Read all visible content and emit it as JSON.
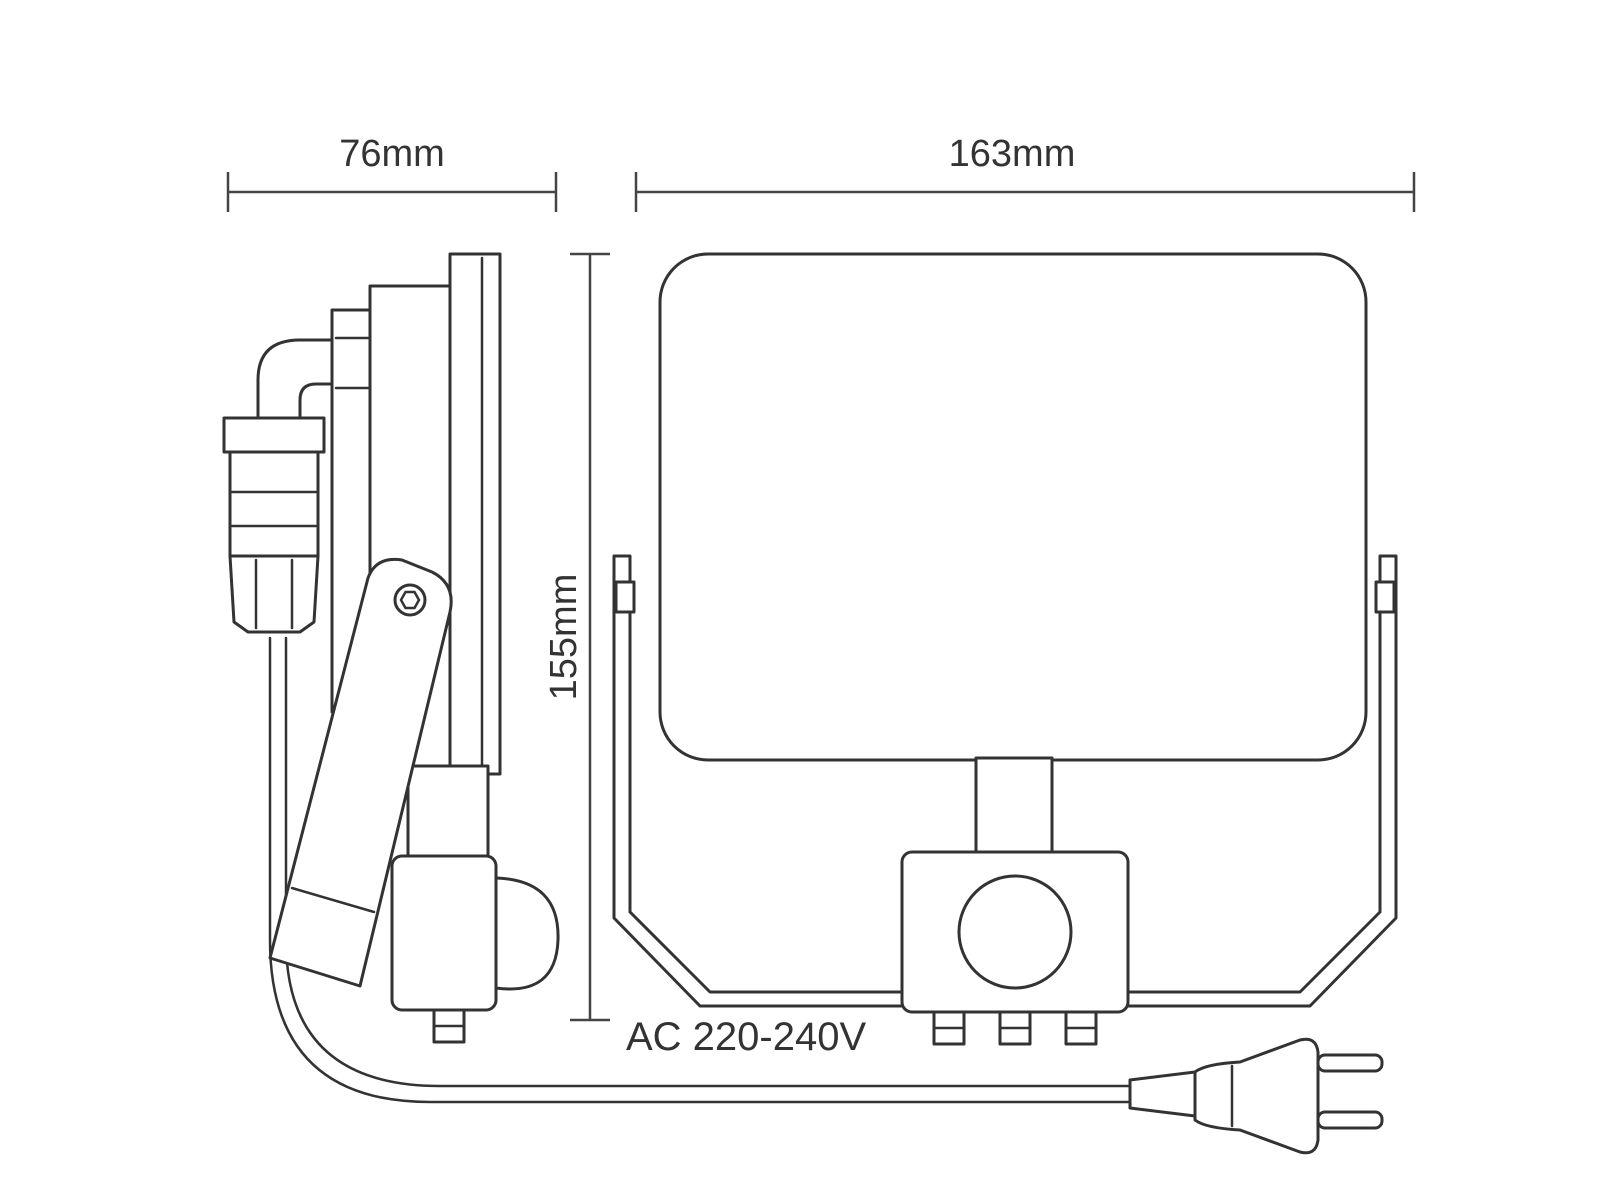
{
  "dimensions": {
    "side_width": "76mm",
    "front_width": "163mm",
    "height": "155mm"
  },
  "power_label": "AC 220-240V",
  "colors": {
    "line": "#333333",
    "background": "#ffffff"
  }
}
